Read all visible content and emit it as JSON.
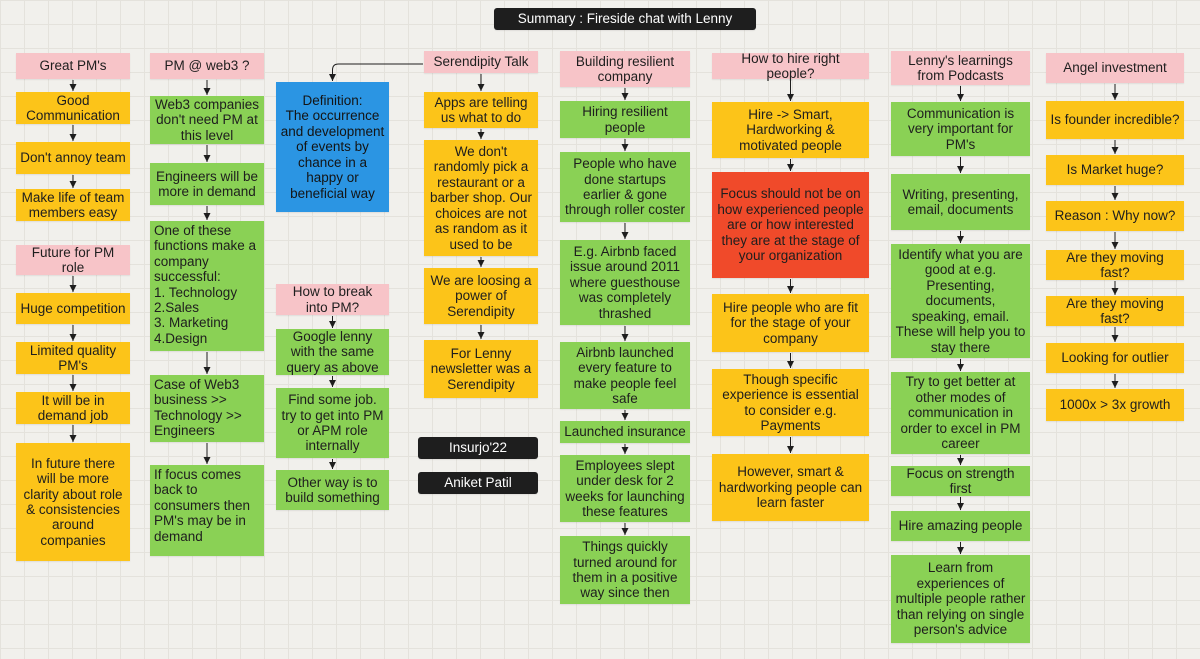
{
  "title": "Summary : Fireside chat with Lenny",
  "badges": [
    "Insurjo'22",
    "Aniket Patil"
  ],
  "colors": {
    "pink": "#f7c4c8",
    "yellow": "#fcc419",
    "green": "#8ad155",
    "blue": "#2b95e3",
    "red": "#f04a2a",
    "dark": "#1e1e1e",
    "canvas": "#f1f0ec"
  },
  "columns": [
    {
      "id": "great-pm",
      "header": "Great PM's",
      "items": [
        "Good Communication",
        "Don't annoy team",
        "Make life of team members easy"
      ]
    },
    {
      "id": "future-pm",
      "header": "Future for PM role",
      "items": [
        "Huge competition",
        "Limited quality PM's",
        "It will be in demand job",
        "In future there will be more clarity about role & consistencies around companies"
      ]
    },
    {
      "id": "pm-web3",
      "header": "PM @ web3 ?",
      "items": [
        "Web3 companies don't need PM at this level",
        "Engineers will be more in demand",
        "One of these functions make a company successful:\n1. Technology\n2.Sales\n3. Marketing\n4.Design",
        "Case of Web3 business >> Technology >> Engineers",
        "If focus comes back to consumers then PM's may be in demand"
      ]
    },
    {
      "id": "definition",
      "items": [
        "Definition:\nThe occurrence and development of events by chance in a happy or beneficial way"
      ]
    },
    {
      "id": "break-into-pm",
      "header": "How to break into PM?",
      "items": [
        "Google lenny with the same query as above",
        "Find some job. try to get into PM or APM role internally",
        "Other way is to build something"
      ]
    },
    {
      "id": "serendipity",
      "header": "Serendipity Talk",
      "items": [
        "Apps are telling us what to do",
        "We don't randomly pick a restaurant or a barber shop. Our choices are not as random as it used to be",
        "We are loosing a power of Serendipity",
        "For Lenny newsletter was a Serendipity"
      ]
    },
    {
      "id": "resilient",
      "header": "Building resilient company",
      "items": [
        "Hiring resilient people",
        "People who have done startups earlier & gone through roller coster",
        "E.g. Airbnb faced issue around 2011 where guesthouse was completely thrashed",
        "Airbnb launched every feature to make people feel safe",
        "Launched insurance",
        "Employees slept under desk for 2 weeks for launching these features",
        "Things quickly turned around for them in a positive way since then"
      ]
    },
    {
      "id": "hire",
      "header": "How to hire right people?",
      "items": [
        "Hire -> Smart, Hardworking & motivated people",
        "Focus should not be on how experienced people are or how interested they are  at the stage of your organization",
        "Hire people who are fit for the stage of your company",
        "Though specific experience is essential to consider e.g. Payments",
        "However, smart & hardworking people can learn faster"
      ]
    },
    {
      "id": "podcasts",
      "header": "Lenny's learnings from Podcasts",
      "items": [
        "Communication is very important for PM's",
        "Writing, presenting, email, documents",
        "Identify what you are good at e.g. Presenting, documents, speaking, email. These will help you to stay there",
        "Try to get better at other modes of communication in order to excel in PM career",
        "Focus on strength first",
        "Hire amazing people",
        "Learn from experiences of multiple people rather than relying on single person's advice"
      ]
    },
    {
      "id": "angel",
      "header": "Angel investment",
      "items": [
        "Is founder incredible?",
        "Is Market huge?",
        "Reason : Why now?",
        "Are they moving fast?",
        "Are they moving fast?",
        "Looking for outlier",
        "1000x > 3x growth"
      ]
    }
  ]
}
